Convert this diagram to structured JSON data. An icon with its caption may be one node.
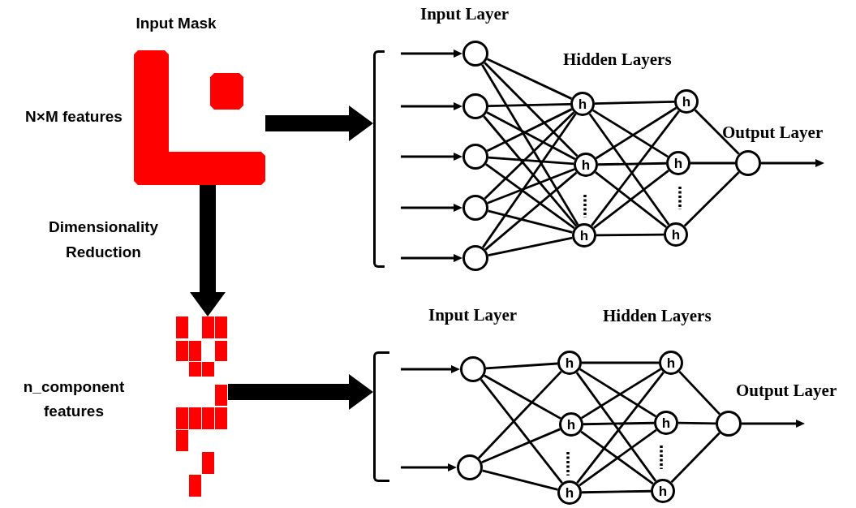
{
  "diagram": {
    "nodes": [
      {
        "text": [],
        "shape": "picture",
        "beside": [
          "Input Mask",
          "N×M features"
        ]
      },
      {
        "text": [],
        "shape": "picture",
        "beside": [
          "n_component features"
        ]
      },
      {
        "text": [],
        "shape": "bracket"
      },
      {
        "text": [],
        "shape": "circle"
      },
      {
        "text": [],
        "shape": "circle"
      },
      {
        "text": [],
        "shape": "circle"
      },
      {
        "text": [],
        "shape": "circle"
      },
      {
        "text": [],
        "shape": "circle"
      },
      {
        "text": [
          "h"
        ]
      },
      {
        "text": [
          "h"
        ]
      },
      {
        "text": [
          "h"
        ]
      },
      {
        "text": [
          "h"
        ]
      },
      {
        "text": [
          "h"
        ]
      },
      {
        "text": [
          "h"
        ]
      },
      {
        "text": [],
        "shape": "circle"
      },
      {
        "text": [],
        "shape": "bracket"
      },
      {
        "text": [],
        "shape": "circle"
      },
      {
        "text": [],
        "shape": "circle"
      },
      {
        "text": [
          "h"
        ]
      },
      {
        "text": [
          "h"
        ]
      },
      {
        "text": [
          "h"
        ]
      },
      {
        "text": [
          "h"
        ]
      },
      {
        "text": [
          "h"
        ]
      },
      {
        "text": [
          "h"
        ]
      },
      {
        "text": [],
        "shape": "circle"
      }
    ],
    "edges": [
      {
        "from": 0,
        "to": 2,
        "arrow": "to",
        "style": "thick"
      },
      {
        "from": 0,
        "to": 1,
        "arrow": "to",
        "style": "thick",
        "label": "Dimensionality Reduction"
      },
      {
        "from": 1,
        "to": 15,
        "arrow": "to",
        "style": "thick"
      },
      {
        "from": null,
        "to": 3,
        "arrow": "to"
      },
      {
        "from": null,
        "to": 4,
        "arrow": "to"
      },
      {
        "from": null,
        "to": 5,
        "arrow": "to"
      },
      {
        "from": null,
        "to": 6,
        "arrow": "to"
      },
      {
        "from": null,
        "to": 7,
        "arrow": "to"
      },
      {
        "from": 3,
        "to": 8,
        "arrow": "none"
      },
      {
        "from": 3,
        "to": 9,
        "arrow": "none"
      },
      {
        "from": 3,
        "to": 10,
        "arrow": "none"
      },
      {
        "from": 4,
        "to": 8,
        "arrow": "none"
      },
      {
        "from": 4,
        "to": 9,
        "arrow": "none"
      },
      {
        "from": 4,
        "to": 10,
        "arrow": "none"
      },
      {
        "from": 5,
        "to": 8,
        "arrow": "none"
      },
      {
        "from": 5,
        "to": 9,
        "arrow": "none"
      },
      {
        "from": 5,
        "to": 10,
        "arrow": "none"
      },
      {
        "from": 6,
        "to": 8,
        "arrow": "none"
      },
      {
        "from": 6,
        "to": 9,
        "arrow": "none"
      },
      {
        "from": 6,
        "to": 10,
        "arrow": "none"
      },
      {
        "from": 7,
        "to": 8,
        "arrow": "none"
      },
      {
        "from": 7,
        "to": 9,
        "arrow": "none"
      },
      {
        "from": 7,
        "to": 10,
        "arrow": "none"
      },
      {
        "from": 8,
        "to": 11,
        "arrow": "none"
      },
      {
        "from": 8,
        "to": 12,
        "arrow": "none"
      },
      {
        "from": 8,
        "to": 13,
        "arrow": "none"
      },
      {
        "from": 9,
        "to": 11,
        "arrow": "none"
      },
      {
        "from": 9,
        "to": 12,
        "arrow": "none"
      },
      {
        "from": 9,
        "to": 13,
        "arrow": "none"
      },
      {
        "from": 10,
        "to": 11,
        "arrow": "none"
      },
      {
        "from": 10,
        "to": 12,
        "arrow": "none"
      },
      {
        "from": 10,
        "to": 13,
        "arrow": "none"
      },
      {
        "from": 11,
        "to": 14,
        "arrow": "none"
      },
      {
        "from": 12,
        "to": 14,
        "arrow": "none"
      },
      {
        "from": 13,
        "to": 14,
        "arrow": "none"
      },
      {
        "from": 14,
        "to": null,
        "arrow": "to"
      },
      {
        "from": null,
        "to": 16,
        "arrow": "to"
      },
      {
        "from": null,
        "to": 17,
        "arrow": "to"
      },
      {
        "from": 16,
        "to": 18,
        "arrow": "none"
      },
      {
        "from": 16,
        "to": 19,
        "arrow": "none"
      },
      {
        "from": 16,
        "to": 20,
        "arrow": "none"
      },
      {
        "from": 17,
        "to": 18,
        "arrow": "none"
      },
      {
        "from": 17,
        "to": 19,
        "arrow": "none"
      },
      {
        "from": 17,
        "to": 20,
        "arrow": "none"
      },
      {
        "from": 18,
        "to": 21,
        "arrow": "none"
      },
      {
        "from": 18,
        "to": 22,
        "arrow": "none"
      },
      {
        "from": 18,
        "to": 23,
        "arrow": "none"
      },
      {
        "from": 19,
        "to": 21,
        "arrow": "none"
      },
      {
        "from": 19,
        "to": 22,
        "arrow": "none"
      },
      {
        "from": 19,
        "to": 23,
        "arrow": "none"
      },
      {
        "from": 20,
        "to": 21,
        "arrow": "none"
      },
      {
        "from": 20,
        "to": 22,
        "arrow": "none"
      },
      {
        "from": 20,
        "to": 23,
        "arrow": "none"
      },
      {
        "from": 21,
        "to": 24,
        "arrow": "none"
      },
      {
        "from": 22,
        "to": 24,
        "arrow": "none"
      },
      {
        "from": 23,
        "to": 24,
        "arrow": "none"
      },
      {
        "from": 24,
        "to": null,
        "arrow": "to"
      }
    ],
    "labels": [
      "Input Layer",
      "Hidden Layers",
      "Output Layer",
      "Input Layer",
      "Hidden Layers",
      "Output Layer"
    ]
  }
}
